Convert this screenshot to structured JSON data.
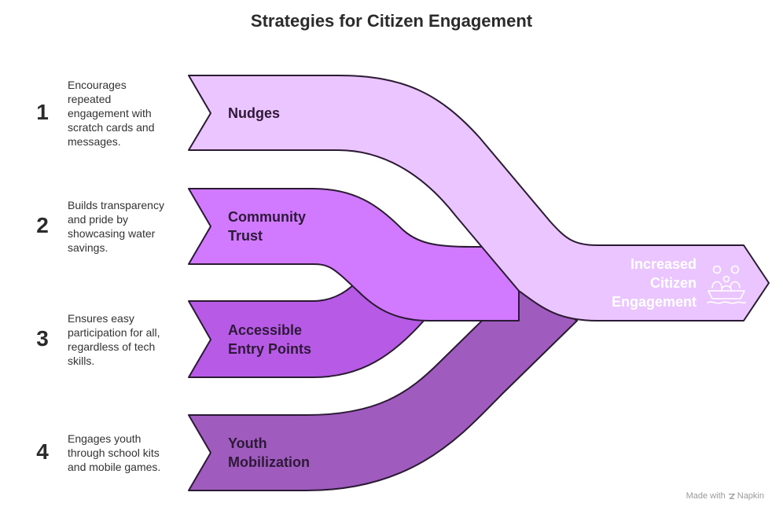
{
  "title": "Strategies for Citizen Engagement",
  "strategies": [
    {
      "number": "1",
      "label_lines": [
        "Nudges"
      ],
      "description_lines": [
        "Encourages",
        "repeated",
        "engagement with",
        "scratch cards and",
        "messages."
      ],
      "color": "#EBC5FF"
    },
    {
      "number": "2",
      "label_lines": [
        "Community",
        "Trust"
      ],
      "description_lines": [
        "Builds transparency",
        "and pride by",
        "showcasing water",
        "savings."
      ],
      "color": "#D179FF"
    },
    {
      "number": "3",
      "label_lines": [
        "Accessible",
        "Entry Points"
      ],
      "description_lines": [
        "Ensures easy",
        "participation for all,",
        "regardless of tech",
        "skills."
      ],
      "color": "#B75AE6"
    },
    {
      "number": "4",
      "label_lines": [
        "Youth",
        "Mobilization"
      ],
      "description_lines": [
        "Engages youth",
        "through school kits",
        "and mobile games."
      ],
      "color": "#A05BBE"
    }
  ],
  "outcome": {
    "label_lines": [
      "Increased",
      "Citizen",
      "Engagement"
    ],
    "icon": "people-in-boat-icon"
  },
  "footer": {
    "prefix": "Made with",
    "brand": "Napkin"
  }
}
